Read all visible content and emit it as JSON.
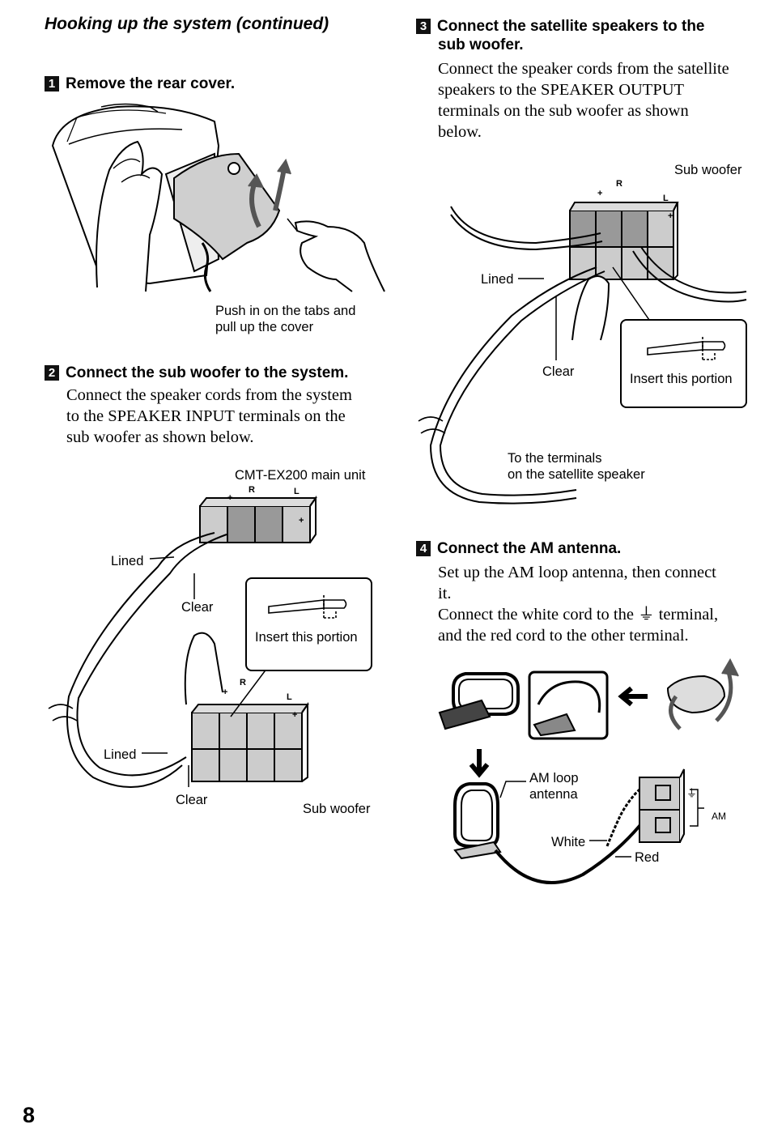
{
  "page": {
    "title": "Hooking up the system (continued)",
    "number": "8"
  },
  "step1": {
    "num": "1",
    "heading": "Remove the rear cover.",
    "caption_line1": "Push in on the tabs and",
    "caption_line2": "pull up the cover"
  },
  "step2": {
    "num": "2",
    "heading": "Connect the sub woofer to the system.",
    "body_lines": [
      "Connect the speaker cords from the system",
      "to the SPEAKER INPUT terminals on the",
      "sub woofer as shown below."
    ],
    "main_unit_label": "CMT-EX200 main unit",
    "lined_top": "Lined",
    "clear_top": "Clear",
    "insert_label": "Insert this portion",
    "lined_bottom": "Lined",
    "clear_bottom": "Clear",
    "sub_woofer_label": "Sub woofer",
    "polarity": {
      "plus": "+",
      "minus": "–",
      "r": "R",
      "l": "L"
    }
  },
  "step3": {
    "num": "3",
    "heading_line1": "Connect the satellite speakers to the",
    "heading_line2": "sub woofer.",
    "body_lines": [
      "Connect the speaker cords from the satellite",
      "speakers to the SPEAKER OUTPUT",
      "terminals on the sub woofer as shown",
      "below."
    ],
    "sub_woofer_label": "Sub woofer",
    "lined": "Lined",
    "clear": "Clear",
    "insert_label": "Insert this portion",
    "terminals_line1": "To the terminals",
    "terminals_line2": "on the satellite speaker"
  },
  "step4": {
    "num": "4",
    "heading": "Connect the AM antenna.",
    "body_lines": [
      "Set up the AM loop antenna, then connect",
      "it.",
      "Connect the white cord to the ⏚ terminal,",
      "and the red cord to the other terminal."
    ],
    "am_loop_line1": "AM loop",
    "am_loop_line2": "antenna",
    "white": "White",
    "red": "Red",
    "am": "AM"
  }
}
